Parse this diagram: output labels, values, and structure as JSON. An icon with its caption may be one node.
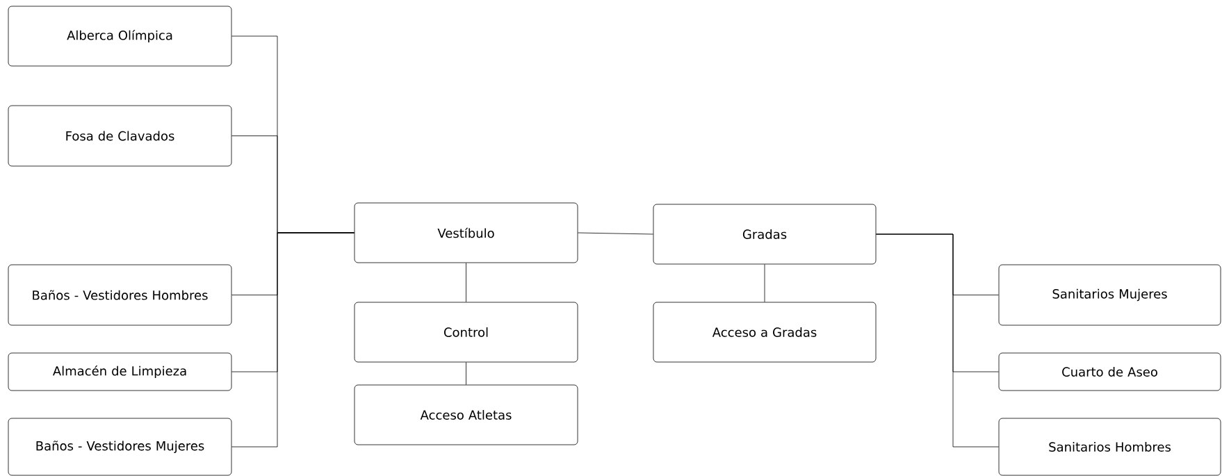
{
  "diagram": {
    "nodes": [
      {
        "text": [
          "Alberca Olímpica"
        ]
      },
      {
        "text": [
          "Fosa de Clavados"
        ]
      },
      {
        "text": [
          "Baños - Vestidores Hombres"
        ]
      },
      {
        "text": [
          "Almacén de Limpieza"
        ]
      },
      {
        "text": [
          "Baños - Vestidores Mujeres"
        ]
      },
      {
        "text": [
          "Vestíbulo"
        ]
      },
      {
        "text": [
          "Control"
        ]
      },
      {
        "text": [
          "Acceso Atletas"
        ]
      },
      {
        "text": [
          "Gradas"
        ]
      },
      {
        "text": [
          "Acceso a Gradas"
        ]
      },
      {
        "text": [
          "Sanitarios Mujeres"
        ]
      },
      {
        "text": [
          "Cuarto de Aseo"
        ]
      },
      {
        "text": [
          "Sanitarios Hombres"
        ]
      }
    ],
    "edges": [
      {
        "from": 0,
        "to": 5,
        "arrow": "none"
      },
      {
        "from": 1,
        "to": 5,
        "arrow": "none"
      },
      {
        "from": 2,
        "to": 5,
        "arrow": "none"
      },
      {
        "from": 3,
        "to": 5,
        "arrow": "none"
      },
      {
        "from": 4,
        "to": 5,
        "arrow": "none"
      },
      {
        "from": 5,
        "to": 8,
        "arrow": "none"
      },
      {
        "from": 5,
        "to": 6,
        "arrow": "none"
      },
      {
        "from": 6,
        "to": 7,
        "arrow": "none"
      },
      {
        "from": 8,
        "to": 9,
        "arrow": "none"
      },
      {
        "from": 8,
        "to": 10,
        "arrow": "none"
      },
      {
        "from": 8,
        "to": 11,
        "arrow": "none"
      },
      {
        "from": 8,
        "to": 12,
        "arrow": "none"
      }
    ]
  }
}
